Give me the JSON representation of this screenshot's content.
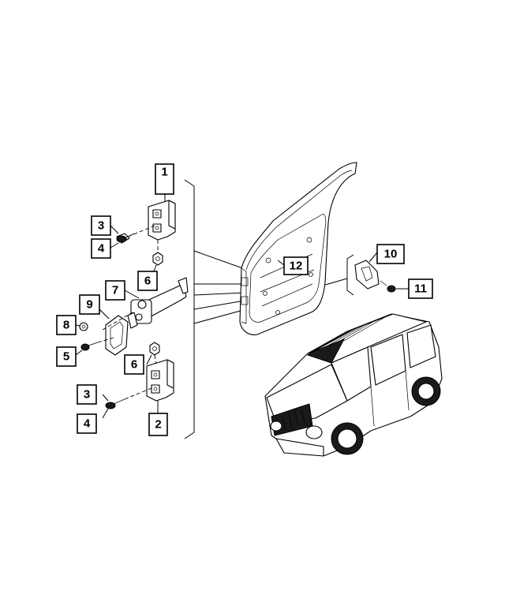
{
  "diagram": {
    "callouts": [
      {
        "id": "c1",
        "label": "1"
      },
      {
        "id": "c2",
        "label": "2"
      },
      {
        "id": "c3a",
        "label": "3"
      },
      {
        "id": "c3b",
        "label": "3"
      },
      {
        "id": "c4a",
        "label": "4"
      },
      {
        "id": "c4b",
        "label": "4"
      },
      {
        "id": "c5",
        "label": "5"
      },
      {
        "id": "c6a",
        "label": "6"
      },
      {
        "id": "c6b",
        "label": "6"
      },
      {
        "id": "c7",
        "label": "7"
      },
      {
        "id": "c8",
        "label": "8"
      },
      {
        "id": "c9",
        "label": "9"
      },
      {
        "id": "c10",
        "label": "10"
      },
      {
        "id": "c11",
        "label": "11"
      },
      {
        "id": "c12",
        "label": "12"
      }
    ]
  }
}
